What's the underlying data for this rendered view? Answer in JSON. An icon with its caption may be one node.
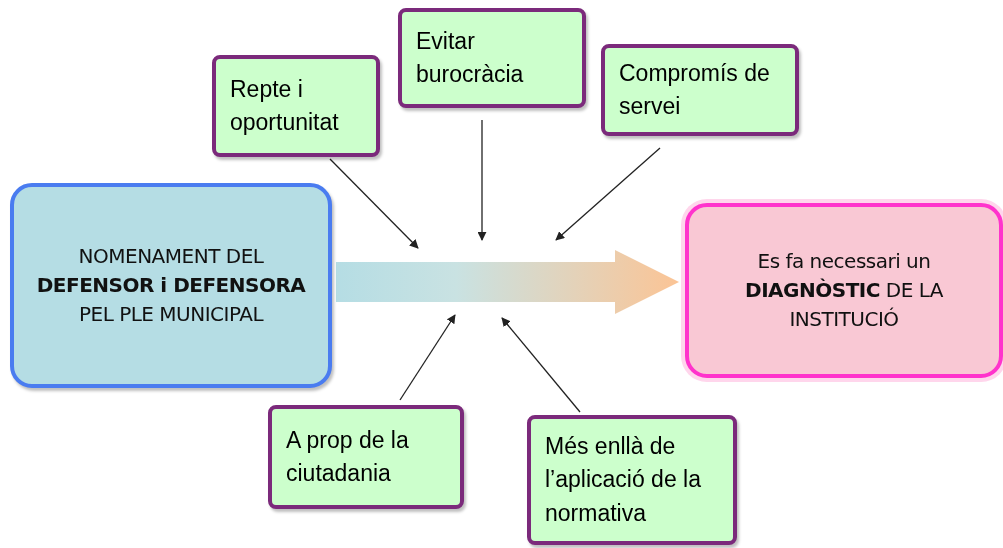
{
  "diagram": {
    "nodes": [
      {
        "text": [
          "Repte i oportunitat"
        ]
      },
      {
        "text": [
          "Evitar burocràcia"
        ]
      },
      {
        "text": [
          "Compromís de servei"
        ]
      },
      {
        "text": [
          "NOMENAMENT DEL **DEFENSOR i DEFENSORA** PEL PLE MUNICIPAL"
        ]
      },
      {
        "text": [
          "Es fa necessari un **DIAGNÒSTIC** DE LA INSTITUCIÓ"
        ]
      },
      {
        "text": [
          "A prop de la ciutadania"
        ]
      },
      {
        "text": [
          "Més enllà de l’aplicació de la normativa"
        ]
      }
    ],
    "edges": [
      {
        "from": 3,
        "to": 4,
        "arrow": "to",
        "style": "thick"
      },
      {
        "from": 0,
        "to": null,
        "arrow": "to"
      },
      {
        "from": 1,
        "to": null,
        "arrow": "to"
      },
      {
        "from": 2,
        "to": null,
        "arrow": "to"
      },
      {
        "from": 5,
        "to": null,
        "arrow": "to"
      },
      {
        "from": 6,
        "to": null,
        "arrow": "to"
      }
    ]
  }
}
